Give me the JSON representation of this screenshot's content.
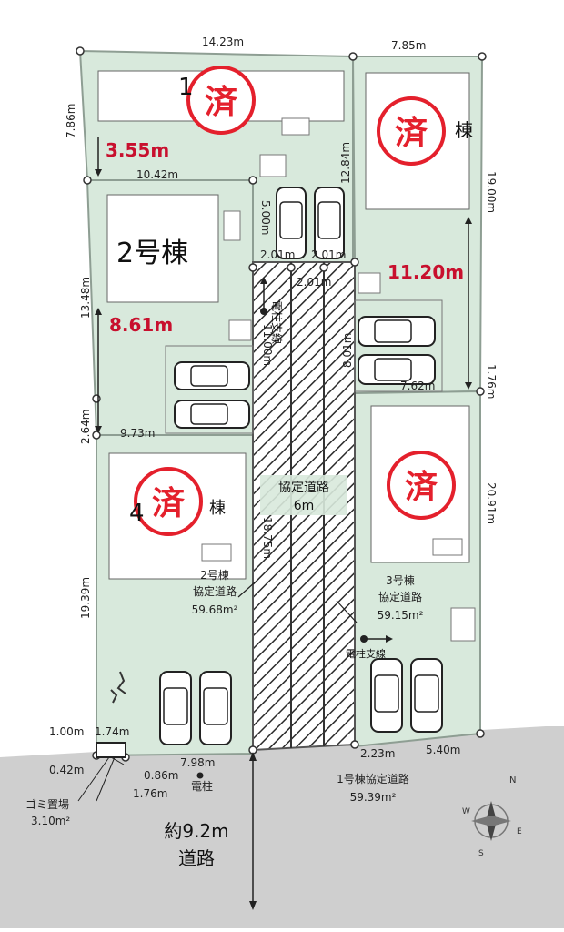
{
  "colors": {
    "lot": "#d8e9dc",
    "lot_border": "#8e9e93",
    "road": "#cfcfcf",
    "building": "#ffffff",
    "stamp": "#e4202c",
    "hatch": "#2b2b2b",
    "measure_red": "#c8102e"
  },
  "stamp_text": "済",
  "lots": {
    "lot_1_top": {
      "building_label_partial": "1"
    },
    "lot_2": {
      "building_label": "2号棟"
    },
    "lot_4": {
      "building_label_partial": "4",
      "building_suffix": "棟"
    },
    "lot_top_right": {
      "building_label_partial": "棟"
    }
  },
  "dimensions": {
    "top_left_width": "14.23m",
    "top_right_width": "7.85m",
    "left_top": "7.86m",
    "setback_1": "3.55m",
    "width_10_42": "10.42m",
    "depth_12_84": "12.84m",
    "right_19_00": "19.00m",
    "parking_depth": "5.00m",
    "slot_a": "2.01m",
    "slot_b": "2.01m",
    "slot_c": "2.01m",
    "left_13_48": "13.48m",
    "setback_2": "8.61m",
    "setback_3": "11.20m",
    "road_11_00": "11.00m",
    "inner_8_01": "8.01m",
    "right_1_76": "1.76m",
    "width_7_62": "7.62m",
    "left_2_64": "2.64m",
    "width_9_73": "9.73m",
    "road_18_75": "18.75m",
    "right_20_91": "20.91m",
    "left_19_39": "19.39m",
    "bottom_2_23": "2.23m",
    "bottom_5_40": "5.40m",
    "bottom_7_98": "7.98m",
    "garbage_1_00": "1.00m",
    "garbage_1_74": "1.74m",
    "garbage_0_42": "0.42m",
    "garbage_0_86": "0.86m",
    "garbage_1_76": "1.76m"
  },
  "labels": {
    "private_road_title": "協定道路",
    "private_road_width": "6m",
    "pole_stay_1": "電柱支線",
    "pole_stay_2": "電柱支線",
    "lot2_road_name": "2号棟",
    "lot2_road_sub": "協定道路",
    "lot2_road_area": "59.68m²",
    "lot3_road_name": "3号棟",
    "lot3_road_sub": "協定道路",
    "lot3_road_area": "59.15m²",
    "lot1_road_name": "1号棟協定道路",
    "lot1_road_area": "59.39m²",
    "pole": "電柱",
    "garbage_name": "ゴミ置場",
    "garbage_area": "3.10m²",
    "front_road_width": "約9.2m",
    "front_road_name": "道路"
  },
  "compass": {
    "north": "N",
    "east": "E",
    "south": "S",
    "west": "W"
  }
}
